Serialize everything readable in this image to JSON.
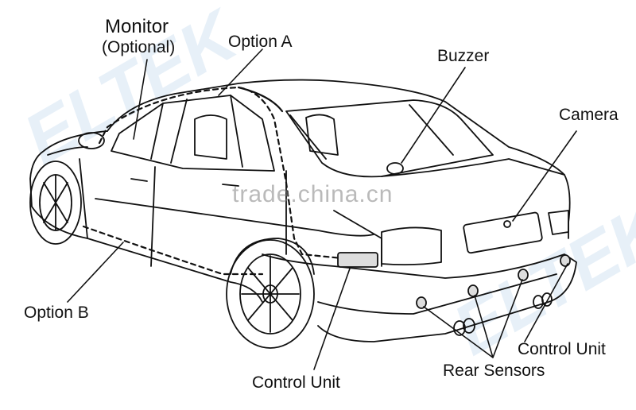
{
  "labels": {
    "monitor": "Monitor",
    "monitor_optional": "(Optional)",
    "option_a": "Option A",
    "buzzer": "Buzzer",
    "camera": "Camera",
    "option_b": "Option B",
    "control_unit_front": "Control Unit",
    "control_unit_rear": "Control Unit",
    "rear_sensors": "Rear Sensors"
  },
  "watermark": {
    "text": "trade.china.cn",
    "logo": "ELTEK"
  },
  "colors": {
    "line": "#111111",
    "watermark_logo": "#78aad7"
  }
}
